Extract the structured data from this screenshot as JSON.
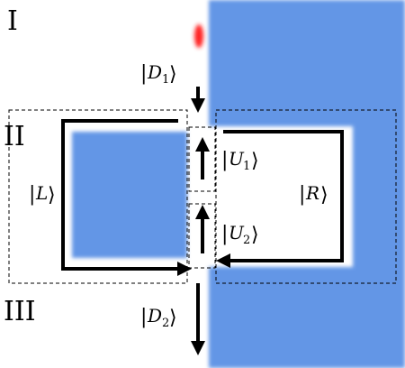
{
  "regions": {
    "top": "I",
    "middle": "II",
    "bottom": "III"
  },
  "states": {
    "d1": {
      "letter": "D",
      "sub": "1"
    },
    "d2": {
      "letter": "D",
      "sub": "2"
    },
    "u1": {
      "letter": "U",
      "sub": "1"
    },
    "u2": {
      "letter": "U",
      "sub": "2"
    },
    "l": {
      "letter": "L"
    },
    "r": {
      "letter": "R"
    }
  },
  "colors": {
    "material": "#6496e6",
    "source": "#ff2020",
    "path": "#000000",
    "dashed": "#000000"
  },
  "icons": {
    "source": "red-emitter-dot",
    "arrows": "black-arrow"
  }
}
